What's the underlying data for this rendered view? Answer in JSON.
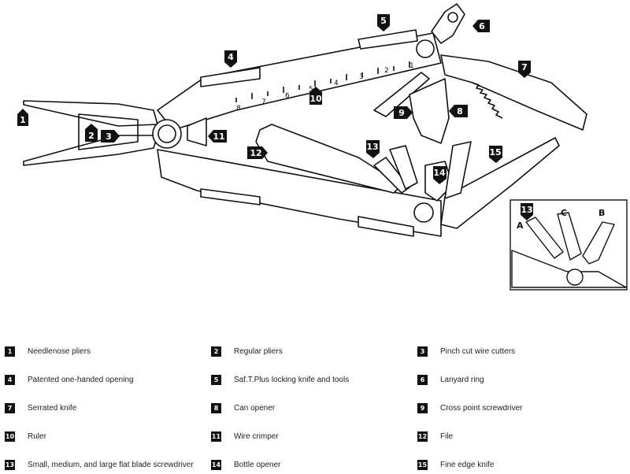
{
  "diagram": {
    "callouts": [
      "1",
      "2",
      "3",
      "4",
      "5",
      "6",
      "7",
      "8",
      "9",
      "10",
      "11",
      "12",
      "13",
      "14",
      "15"
    ],
    "ruler_marks": [
      "8",
      "7",
      "6",
      "5",
      "4",
      "3",
      "2",
      "1"
    ],
    "inset_letters": [
      "A",
      "B",
      "C"
    ],
    "inset_callout": "13"
  },
  "legend": [
    {
      "num": "1",
      "label": "Needlenose pliers"
    },
    {
      "num": "2",
      "label": "Regular pliers"
    },
    {
      "num": "3",
      "label": "Pinch cut wire cutters"
    },
    {
      "num": "4",
      "label": "Patented one-handed opening"
    },
    {
      "num": "5",
      "label": "Saf.T.Plus locking knife and tools"
    },
    {
      "num": "6",
      "label": "Lanyard ring"
    },
    {
      "num": "7",
      "label": "Serrated knife"
    },
    {
      "num": "8",
      "label": "Can opener"
    },
    {
      "num": "9",
      "label": "Cross point screwdriver"
    },
    {
      "num": "10",
      "label": "Ruler"
    },
    {
      "num": "11",
      "label": "Wire crimper"
    },
    {
      "num": "12",
      "label": "File"
    },
    {
      "num": "13",
      "label": "Small, medium, and large flat blade screwdriver"
    },
    {
      "num": "14",
      "label": "Bottle opener"
    },
    {
      "num": "15",
      "label": "Fine edge knife"
    }
  ]
}
